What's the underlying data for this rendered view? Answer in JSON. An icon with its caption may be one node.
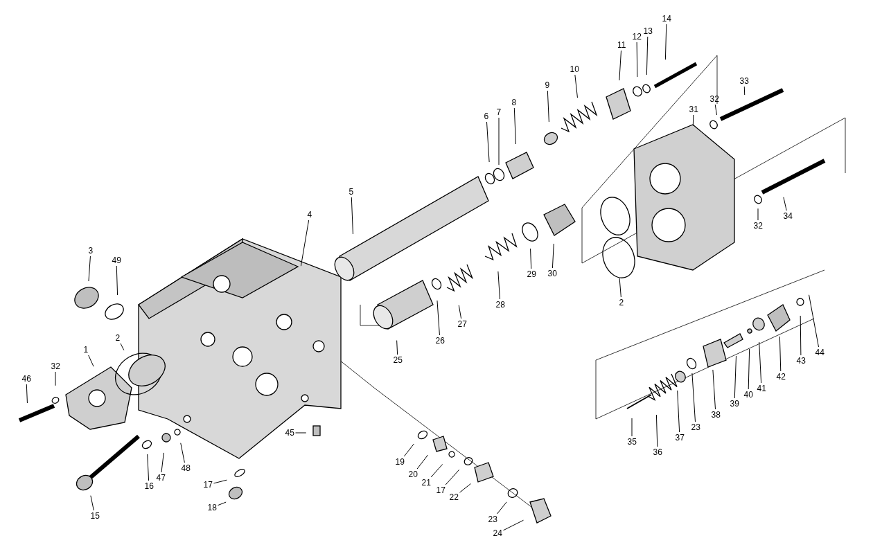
{
  "diagram": {
    "nodes": [
      {
        "text": [
          "14"
        ]
      },
      {
        "text": [
          "13"
        ]
      },
      {
        "text": [
          "12"
        ]
      },
      {
        "text": [
          "11"
        ]
      },
      {
        "text": [
          "10"
        ]
      },
      {
        "text": [
          "33"
        ]
      },
      {
        "text": [
          "9"
        ]
      },
      {
        "text": [
          "32"
        ]
      },
      {
        "text": [
          "8"
        ]
      },
      {
        "text": [
          "31"
        ]
      },
      {
        "text": [
          "7"
        ]
      },
      {
        "text": [
          "6"
        ]
      },
      {
        "text": [
          "5"
        ]
      },
      {
        "text": [
          "4"
        ]
      },
      {
        "text": [
          "34"
        ]
      },
      {
        "text": [
          "32"
        ]
      },
      {
        "text": [
          "3"
        ]
      },
      {
        "text": [
          "49"
        ]
      },
      {
        "text": [
          "29"
        ]
      },
      {
        "text": [
          "30"
        ]
      },
      {
        "text": [
          "2"
        ]
      },
      {
        "text": [
          "28"
        ]
      },
      {
        "text": [
          "27"
        ]
      },
      {
        "text": [
          "2"
        ]
      },
      {
        "text": [
          "26"
        ]
      },
      {
        "text": [
          "1"
        ]
      },
      {
        "text": [
          "44"
        ]
      },
      {
        "text": [
          "25"
        ]
      },
      {
        "text": [
          "43"
        ]
      },
      {
        "text": [
          "32"
        ]
      },
      {
        "text": [
          "42"
        ]
      },
      {
        "text": [
          "46"
        ]
      },
      {
        "text": [
          "41"
        ]
      },
      {
        "text": [
          "40"
        ]
      },
      {
        "text": [
          "39"
        ]
      },
      {
        "text": [
          "38"
        ]
      },
      {
        "text": [
          "23"
        ]
      },
      {
        "text": [
          "45"
        ]
      },
      {
        "text": [
          "37"
        ]
      },
      {
        "text": [
          "35"
        ]
      },
      {
        "text": [
          "36"
        ]
      },
      {
        "text": [
          "19"
        ]
      },
      {
        "text": [
          "48"
        ]
      },
      {
        "text": [
          "20"
        ]
      },
      {
        "text": [
          "47"
        ]
      },
      {
        "text": [
          "21"
        ]
      },
      {
        "text": [
          "16"
        ]
      },
      {
        "text": [
          "17"
        ]
      },
      {
        "text": [
          "17"
        ]
      },
      {
        "text": [
          "22"
        ]
      },
      {
        "text": [
          "18"
        ]
      },
      {
        "text": [
          "15"
        ]
      },
      {
        "text": [
          "23"
        ]
      },
      {
        "text": [
          "24"
        ]
      }
    ],
    "edges": [
      {
        "from": 0,
        "to": null,
        "arrow": "none"
      },
      {
        "from": 1,
        "to": null,
        "arrow": "none"
      },
      {
        "from": 2,
        "to": null,
        "arrow": "none"
      },
      {
        "from": 3,
        "to": null,
        "arrow": "none"
      },
      {
        "from": 4,
        "to": null,
        "arrow": "none"
      },
      {
        "from": 5,
        "to": null,
        "arrow": "none"
      },
      {
        "from": 6,
        "to": null,
        "arrow": "none"
      },
      {
        "from": 7,
        "to": null,
        "arrow": "none"
      },
      {
        "from": 8,
        "to": null,
        "arrow": "none"
      },
      {
        "from": 9,
        "to": null,
        "arrow": "none"
      },
      {
        "from": 10,
        "to": null,
        "arrow": "none"
      },
      {
        "from": 11,
        "to": null,
        "arrow": "none"
      },
      {
        "from": 12,
        "to": null,
        "arrow": "none"
      },
      {
        "from": 13,
        "to": null,
        "arrow": "none"
      },
      {
        "from": 14,
        "to": null,
        "arrow": "none"
      },
      {
        "from": 15,
        "to": null,
        "arrow": "none"
      },
      {
        "from": 16,
        "to": null,
        "arrow": "none"
      },
      {
        "from": 17,
        "to": null,
        "arrow": "none"
      },
      {
        "from": 18,
        "to": null,
        "arrow": "none"
      },
      {
        "from": 19,
        "to": null,
        "arrow": "none"
      },
      {
        "from": 20,
        "to": null,
        "arrow": "none"
      },
      {
        "from": 21,
        "to": null,
        "arrow": "none"
      },
      {
        "from": 22,
        "to": null,
        "arrow": "none"
      },
      {
        "from": 23,
        "to": null,
        "arrow": "none"
      },
      {
        "from": 24,
        "to": null,
        "arrow": "none"
      },
      {
        "from": 25,
        "to": null,
        "arrow": "none"
      },
      {
        "from": 26,
        "to": null,
        "arrow": "none"
      },
      {
        "from": 27,
        "to": null,
        "arrow": "none"
      },
      {
        "from": 28,
        "to": null,
        "arrow": "none"
      },
      {
        "from": 29,
        "to": null,
        "arrow": "none"
      },
      {
        "from": 30,
        "to": null,
        "arrow": "none"
      },
      {
        "from": 31,
        "to": null,
        "arrow": "none"
      },
      {
        "from": 32,
        "to": null,
        "arrow": "none"
      },
      {
        "from": 33,
        "to": null,
        "arrow": "none"
      },
      {
        "from": 34,
        "to": null,
        "arrow": "none"
      },
      {
        "from": 35,
        "to": null,
        "arrow": "none"
      },
      {
        "from": 36,
        "to": null,
        "arrow": "none"
      },
      {
        "from": 37,
        "to": null,
        "arrow": "none"
      },
      {
        "from": 38,
        "to": null,
        "arrow": "none"
      },
      {
        "from": 39,
        "to": null,
        "arrow": "none"
      },
      {
        "from": 40,
        "to": null,
        "arrow": "none"
      },
      {
        "from": 41,
        "to": null,
        "arrow": "none"
      },
      {
        "from": 42,
        "to": null,
        "arrow": "none"
      },
      {
        "from": 43,
        "to": null,
        "arrow": "none"
      },
      {
        "from": 44,
        "to": null,
        "arrow": "none"
      },
      {
        "from": 45,
        "to": null,
        "arrow": "none"
      },
      {
        "from": 46,
        "to": null,
        "arrow": "none"
      },
      {
        "from": 47,
        "to": null,
        "arrow": "none"
      },
      {
        "from": 48,
        "to": null,
        "arrow": "none"
      },
      {
        "from": 49,
        "to": null,
        "arrow": "none"
      },
      {
        "from": 50,
        "to": null,
        "arrow": "none"
      },
      {
        "from": 51,
        "to": null,
        "arrow": "none"
      },
      {
        "from": 52,
        "to": null,
        "arrow": "none"
      },
      {
        "from": 53,
        "to": null,
        "arrow": "none"
      }
    ]
  }
}
